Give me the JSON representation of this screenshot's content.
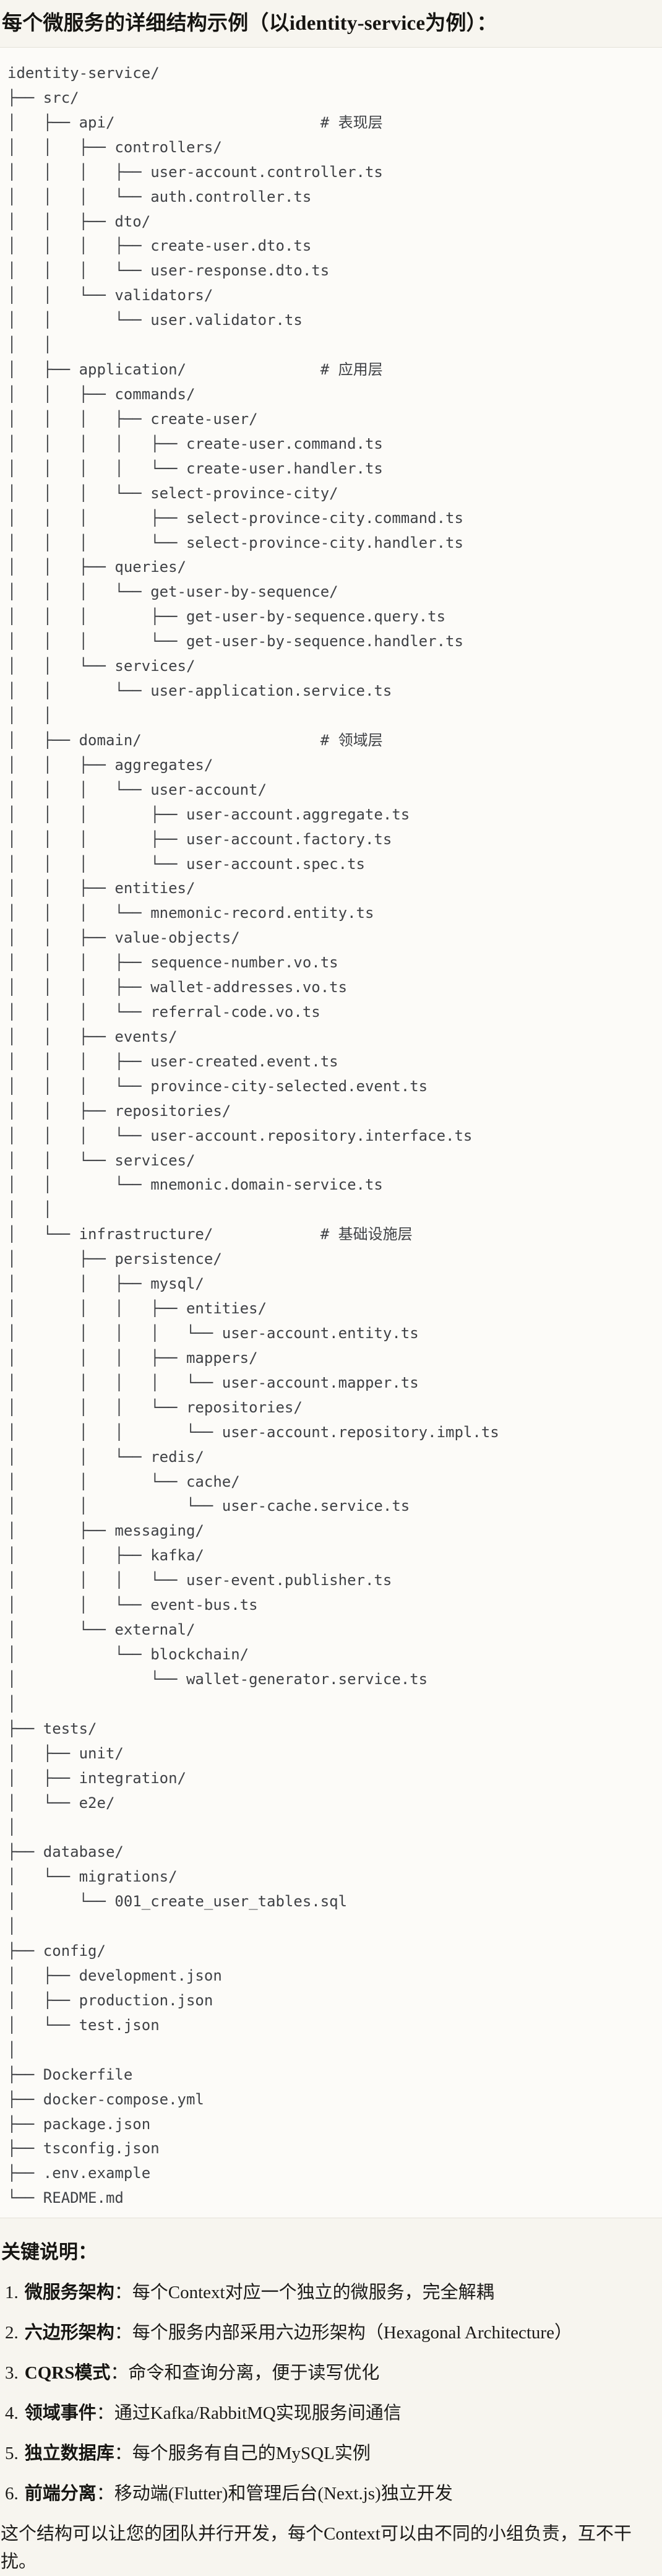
{
  "title": "每个微服务的详细结构示例（以identity-service为例）：",
  "tree_lines": [
    "identity-service/",
    "├── src/",
    "│   ├── api/                       # 表现层",
    "│   │   ├── controllers/",
    "│   │   │   ├── user-account.controller.ts",
    "│   │   │   └── auth.controller.ts",
    "│   │   ├── dto/",
    "│   │   │   ├── create-user.dto.ts",
    "│   │   │   └── user-response.dto.ts",
    "│   │   └── validators/",
    "│   │       └── user.validator.ts",
    "│   │",
    "│   ├── application/               # 应用层",
    "│   │   ├── commands/",
    "│   │   │   ├── create-user/",
    "│   │   │   │   ├── create-user.command.ts",
    "│   │   │   │   └── create-user.handler.ts",
    "│   │   │   └── select-province-city/",
    "│   │   │       ├── select-province-city.command.ts",
    "│   │   │       └── select-province-city.handler.ts",
    "│   │   ├── queries/",
    "│   │   │   └── get-user-by-sequence/",
    "│   │   │       ├── get-user-by-sequence.query.ts",
    "│   │   │       └── get-user-by-sequence.handler.ts",
    "│   │   └── services/",
    "│   │       └── user-application.service.ts",
    "│   │",
    "│   ├── domain/                    # 领域层",
    "│   │   ├── aggregates/",
    "│   │   │   └── user-account/",
    "│   │   │       ├── user-account.aggregate.ts",
    "│   │   │       ├── user-account.factory.ts",
    "│   │   │       └── user-account.spec.ts",
    "│   │   ├── entities/",
    "│   │   │   └── mnemonic-record.entity.ts",
    "│   │   ├── value-objects/",
    "│   │   │   ├── sequence-number.vo.ts",
    "│   │   │   ├── wallet-addresses.vo.ts",
    "│   │   │   └── referral-code.vo.ts",
    "│   │   ├── events/",
    "│   │   │   ├── user-created.event.ts",
    "│   │   │   └── province-city-selected.event.ts",
    "│   │   ├── repositories/",
    "│   │   │   └── user-account.repository.interface.ts",
    "│   │   └── services/",
    "│   │       └── mnemonic.domain-service.ts",
    "│   │",
    "│   └── infrastructure/            # 基础设施层",
    "│       ├── persistence/",
    "│       │   ├── mysql/",
    "│       │   │   ├── entities/",
    "│       │   │   │   └── user-account.entity.ts",
    "│       │   │   ├── mappers/",
    "│       │   │   │   └── user-account.mapper.ts",
    "│       │   │   └── repositories/",
    "│       │   │       └── user-account.repository.impl.ts",
    "│       │   └── redis/",
    "│       │       └── cache/",
    "│       │           └── user-cache.service.ts",
    "│       ├── messaging/",
    "│       │   ├── kafka/",
    "│       │   │   └── user-event.publisher.ts",
    "│       │   └── event-bus.ts",
    "│       └── external/",
    "│           └── blockchain/",
    "│               └── wallet-generator.service.ts",
    "│",
    "├── tests/",
    "│   ├── unit/",
    "│   ├── integration/",
    "│   └── e2e/",
    "│",
    "├── database/",
    "│   └── migrations/",
    "│       └── 001_create_user_tables.sql",
    "│",
    "├── config/",
    "│   ├── development.json",
    "│   ├── production.json",
    "│   └── test.json",
    "│",
    "├── Dockerfile",
    "├── docker-compose.yml",
    "├── package.json",
    "├── tsconfig.json",
    "├── .env.example",
    "└── README.md"
  ],
  "notes": {
    "heading": "关键说明：",
    "items": [
      {
        "num": "1.",
        "term": "微服务架构",
        "text": "：每个Context对应一个独立的微服务，完全解耦"
      },
      {
        "num": "2.",
        "term": "六边形架构",
        "text": "：每个服务内部采用六边形架构（Hexagonal Architecture）"
      },
      {
        "num": "3.",
        "term": "CQRS模式",
        "text": "：命令和查询分离，便于读写优化"
      },
      {
        "num": "4.",
        "term": "领域事件",
        "text": "：通过Kafka/RabbitMQ实现服务间通信"
      },
      {
        "num": "5.",
        "term": "独立数据库",
        "text": "：每个服务有自己的MySQL实例"
      },
      {
        "num": "6.",
        "term": "前端分离",
        "text": "：移动端(Flutter)和管理后台(Next.js)独立开发"
      }
    ]
  },
  "closing": "这个结构可以让您的团队并行开发，每个Context可以由不同的小组负责，互不干扰。"
}
